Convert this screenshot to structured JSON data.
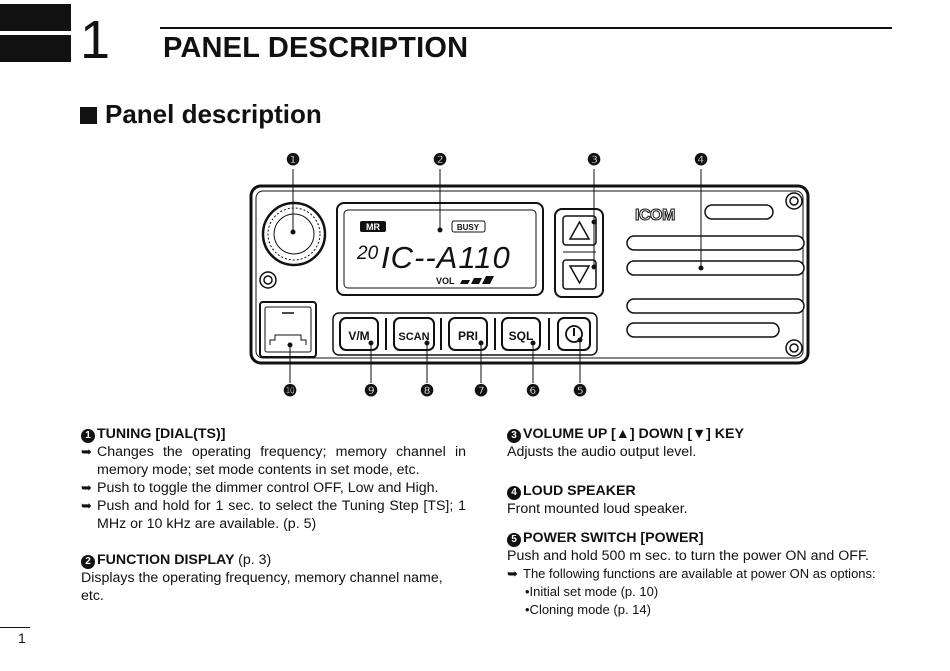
{
  "header": {
    "chapter_number": "1",
    "chapter_title": "PANEL DESCRIPTION"
  },
  "section_title": "Panel description",
  "panel": {
    "callouts": [
      "❶",
      "❷",
      "❸",
      "❹",
      "❺",
      "❻",
      "❼",
      "❽",
      "❾",
      "❿"
    ],
    "display": {
      "mode": "MR",
      "busy": "BUSY",
      "channel": "20",
      "name": "IC--A110",
      "vol_label": "VOL"
    },
    "brand": "ICOM",
    "buttons": {
      "vm": "V/M",
      "scan": "SCAN",
      "pri": "PRI",
      "sql": "SQL"
    }
  },
  "items": {
    "tuning": {
      "num": "1",
      "title": "TUNING [DIAL(TS)]",
      "bullets": [
        "Changes the operating frequency; memory channel in memory mode; set mode contents in set mode, etc.",
        "Push to toggle the dimmer control OFF, Low and High.",
        "Push and hold for 1 sec. to select the Tuning Step [TS]; 1 MHz or 10 kHz are available. (p. 5)"
      ]
    },
    "display": {
      "num": "2",
      "title": "FUNCTION DISPLAY",
      "page": "(p. 3)",
      "text": "Displays the operating frequency, memory channel name, etc."
    },
    "volume": {
      "num": "3",
      "title_a": "VOLUME UP [",
      "up": "▲",
      "title_b": "] DOWN [",
      "down": "▼",
      "title_c": "] KEY",
      "text": "Adjusts the audio output level."
    },
    "speaker": {
      "num": "4",
      "title": "LOUD SPEAKER",
      "text": "Front mounted loud speaker."
    },
    "power": {
      "num": "5",
      "title": "POWER SWITCH [POWER]",
      "text": "Push and hold 500 m sec. to turn the power ON and OFF.",
      "note": "The following functions are available at power ON as options:",
      "options": [
        "•Initial set mode (p. 10)",
        "•Cloning mode (p. 14)"
      ]
    }
  },
  "footer": {
    "page_number": "1"
  }
}
